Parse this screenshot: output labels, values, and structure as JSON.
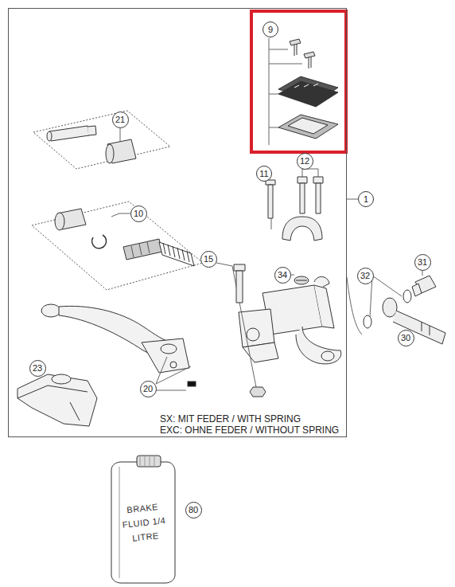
{
  "diagram": {
    "nodes": [
      {
        "text": [
          "SX: MIT FEDER / WITH SPRING",
          "EXC: OHNE FEDER / WITHOUT SPRING"
        ]
      },
      {
        "text": [
          "9"
        ],
        "in": 0
      },
      {
        "text": [
          "21"
        ],
        "in": 0
      },
      {
        "text": [
          "12"
        ],
        "in": 0
      },
      {
        "text": [
          "11"
        ],
        "in": 0
      },
      {
        "text": [
          "1"
        ]
      },
      {
        "text": [
          "10"
        ],
        "in": 0
      },
      {
        "text": [
          "15"
        ],
        "in": 0
      },
      {
        "text": [
          "34"
        ],
        "in": 0
      },
      {
        "text": [
          "32"
        ]
      },
      {
        "text": [
          "31"
        ]
      },
      {
        "text": [
          "30"
        ]
      },
      {
        "text": [
          "23"
        ],
        "in": 0
      },
      {
        "text": [
          "20"
        ],
        "in": 0
      },
      {
        "text": [
          "BRAKE FLUID 1/4 LITRE"
        ]
      },
      {
        "text": [
          "80"
        ]
      }
    ]
  }
}
